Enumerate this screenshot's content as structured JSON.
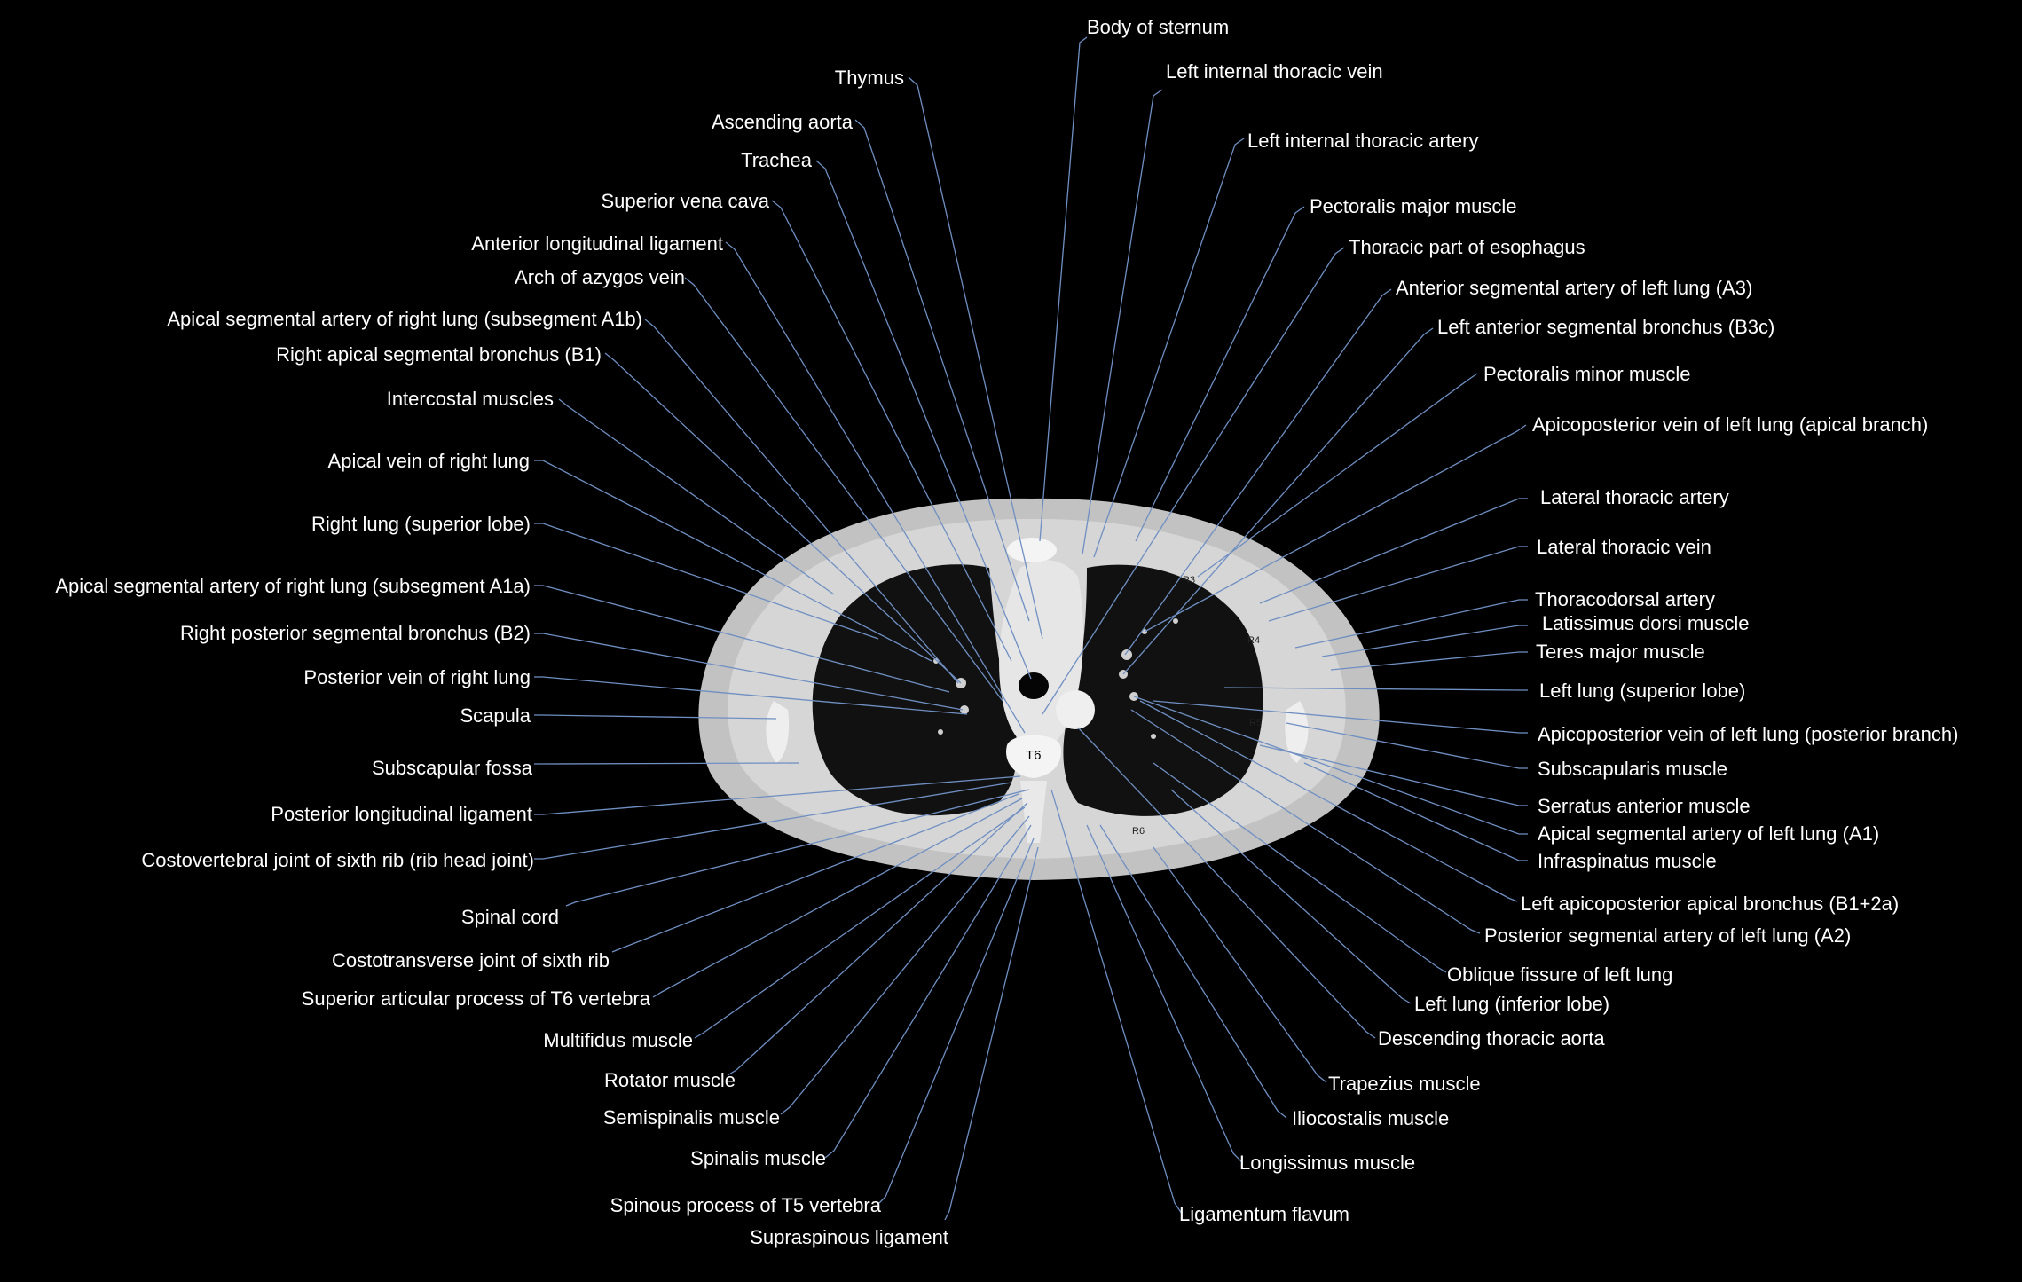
{
  "labels": {
    "body_of_sternum": "Body of sternum",
    "thymus": "Thymus",
    "left_internal_thoracic_vein": "Left internal thoracic vein",
    "ascending_aorta": "Ascending aorta",
    "trachea": "Trachea",
    "left_internal_thoracic_artery": "Left internal thoracic artery",
    "superior_vena_cava": "Superior vena cava",
    "pectoralis_major": "Pectoralis major muscle",
    "anterior_longitudinal_ligament": "Anterior longitudinal ligament",
    "thoracic_esophagus": "Thoracic part of esophagus",
    "arch_of_azygos": "Arch of azygos vein",
    "a3_left": "Anterior segmental artery of left lung (A3)",
    "a1b_right": "Apical segmental artery of right lung (subsegment A1b)",
    "b3c_left": "Left anterior segmental bronchus (B3c)",
    "b1_right": "Right apical segmental bronchus (B1)",
    "pectoralis_minor": "Pectoralis minor muscle",
    "intercostal_muscles": "Intercostal muscles",
    "apicoposterior_vein_apical": "Apicoposterior vein of left lung (apical branch)",
    "apical_vein_right": "Apical vein of right lung",
    "lateral_thoracic_artery": "Lateral thoracic artery",
    "right_lung_superior": "Right lung (superior lobe)",
    "lateral_thoracic_vein": "Lateral thoracic vein",
    "a1a_right": "Apical segmental artery of right lung (subsegment A1a)",
    "thoracodorsal_artery": "Thoracodorsal artery",
    "latissimus_dorsi": "Latissimus dorsi muscle",
    "b2_right": "Right posterior segmental bronchus (B2)",
    "teres_major": "Teres major muscle",
    "posterior_vein_right": "Posterior vein of right lung",
    "left_lung_superior": "Left lung (superior lobe)",
    "scapula": "Scapula",
    "apicoposterior_vein_posterior": "Apicoposterior vein of left lung (posterior branch)",
    "subscapular_fossa": "Subscapular fossa",
    "subscapularis": "Subscapularis muscle",
    "posterior_longitudinal_ligament": "Posterior longitudinal ligament",
    "serratus_anterior": "Serratus anterior muscle",
    "a1_left": "Apical segmental artery of left lung (A1)",
    "costovertebral_joint": "Costovertebral joint of sixth rib (rib head joint)",
    "infraspinatus": "Infraspinatus muscle",
    "b1_2a_left": "Left apicoposterior apical bronchus (B1+2a)",
    "spinal_cord": "Spinal cord",
    "a2_left": "Posterior segmental artery of left lung (A2)",
    "costotransverse_joint": "Costotransverse joint of sixth rib",
    "oblique_fissure_left": "Oblique fissure of left lung",
    "superior_articular_t6": "Superior articular process of T6 vertebra",
    "left_lung_inferior": "Left lung (inferior lobe)",
    "multifidus": "Multifidus muscle",
    "descending_aorta": "Descending thoracic aorta",
    "rotator": "Rotator muscle",
    "trapezius": "Trapezius muscle",
    "semispinalis": "Semispinalis muscle",
    "iliocostalis": "Iliocostalis muscle",
    "spinalis": "Spinalis muscle",
    "longissimus": "Longissimus muscle",
    "spinous_t5": "Spinous process of T5 vertebra",
    "ligamentum_flavum": "Ligamentum flavum",
    "supraspinous_ligament": "Supraspinous ligament"
  },
  "image_marks": {
    "vertebra": "T6",
    "r3": "R3",
    "r4": "R4",
    "r5": "R5",
    "r6": "R6"
  },
  "colors": {
    "background": "#000000",
    "label_text": "#ffffff",
    "leader_line": "#6f8fc2"
  }
}
